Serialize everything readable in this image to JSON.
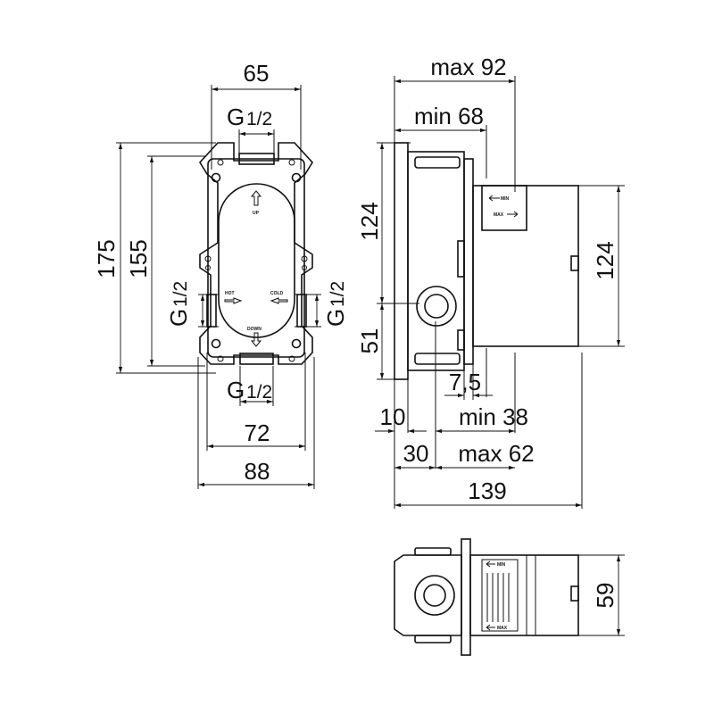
{
  "front_view": {
    "width_top": "65",
    "thread_top_g": "G",
    "thread_top_frac": "1/2",
    "height_outer": "175",
    "height_inner": "155",
    "thread_left_g": "G",
    "thread_left_frac": "1/2",
    "thread_right_g": "G",
    "thread_right_frac": "1/2",
    "thread_bottom_g": "G",
    "thread_bottom_frac": "1/2",
    "width_inner": "72",
    "width_outer": "88",
    "label_up": "UP",
    "label_hot": "HOT",
    "label_cold": "COLD",
    "label_down": "DOWN"
  },
  "side_view": {
    "max_depth": "max 92",
    "min_depth": "min 68",
    "upper_height": "124",
    "lower_height": "51",
    "right_height": "124",
    "offset": "7,5",
    "flange": "10",
    "min_cover": "min 38",
    "base": "30",
    "max_cover": "max 62",
    "total": "139",
    "label_min": "MIN",
    "label_max": "MAX"
  },
  "top_view": {
    "height": "59",
    "label_min": "MIN",
    "label_max": "MAX"
  }
}
